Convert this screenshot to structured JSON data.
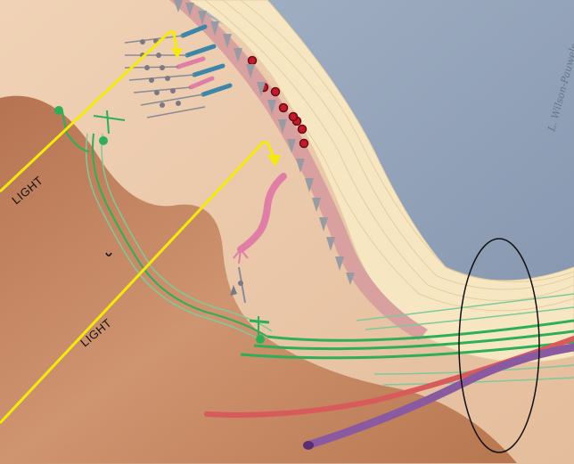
{
  "labels": {
    "light_upper": "LIGHT",
    "light_lower": "LIGHT"
  },
  "signature": "L. Wilson-Pauwels",
  "colors": {
    "background_blue": "#8d9db5",
    "tissue_tan": "#e9c6a8",
    "vitreous_brown": "#c98a62",
    "sclera_cream": "#f6e6c2",
    "choroid_pink": "#d9a0a0",
    "light_ray_yellow": "#f5ea0c",
    "ganglion_green": "#2fae58",
    "cone_pink": "#e07ea6",
    "rod_blue": "#3d86a8",
    "retinal_artery": "#d85a5a",
    "retinal_vein": "#8a5aa0",
    "outline_black": "#111111"
  }
}
